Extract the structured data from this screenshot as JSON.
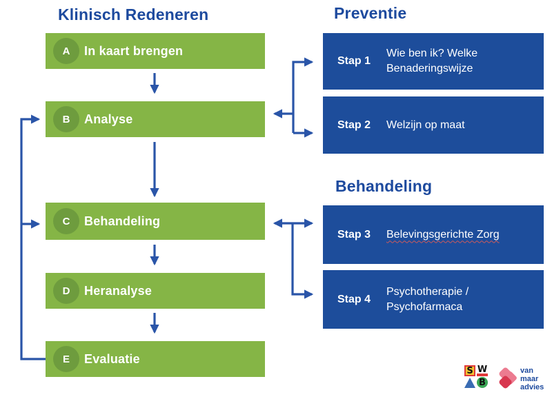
{
  "left": {
    "title": "Klinisch Redeneren",
    "steps": [
      {
        "letter": "A",
        "label": "In kaart brengen"
      },
      {
        "letter": "B",
        "label": "Analyse"
      },
      {
        "letter": "C",
        "label": "Behandeling"
      },
      {
        "letter": "D",
        "label": "Heranalyse"
      },
      {
        "letter": "E",
        "label": "Evaluatie"
      }
    ]
  },
  "right": {
    "sections": [
      {
        "title": "Preventie",
        "steps": [
          {
            "label": "Stap 1",
            "description": "Wie ben ik? Welke Benaderingswijze"
          },
          {
            "label": "Stap 2",
            "description": "Welzijn op maat"
          }
        ]
      },
      {
        "title": "Behandeling",
        "steps": [
          {
            "label": "Stap 3",
            "description": "Belevingsgerichte Zorg"
          },
          {
            "label": "Stap 4",
            "description": "Psychotherapie / Psychofarmaca"
          }
        ]
      }
    ]
  },
  "logos": {
    "swb": {
      "s": "S",
      "w": "W",
      "b": "B"
    },
    "van_maar_advies": {
      "line1": "van",
      "line2": "maar",
      "line3": "advies"
    }
  },
  "colors": {
    "green_box": "#85b546",
    "green_circle": "#6e9c3e",
    "blue_box": "#1d4d9b",
    "title_blue": "#1d4a9e",
    "arrow_blue": "#2a55a8",
    "logo_red": "#d8374f",
    "logo_pink": "#ec7b90",
    "logo_yellow": "#f2c230",
    "logo_green": "#3aa755",
    "logo_triangle_blue": "#3a6cb3"
  }
}
